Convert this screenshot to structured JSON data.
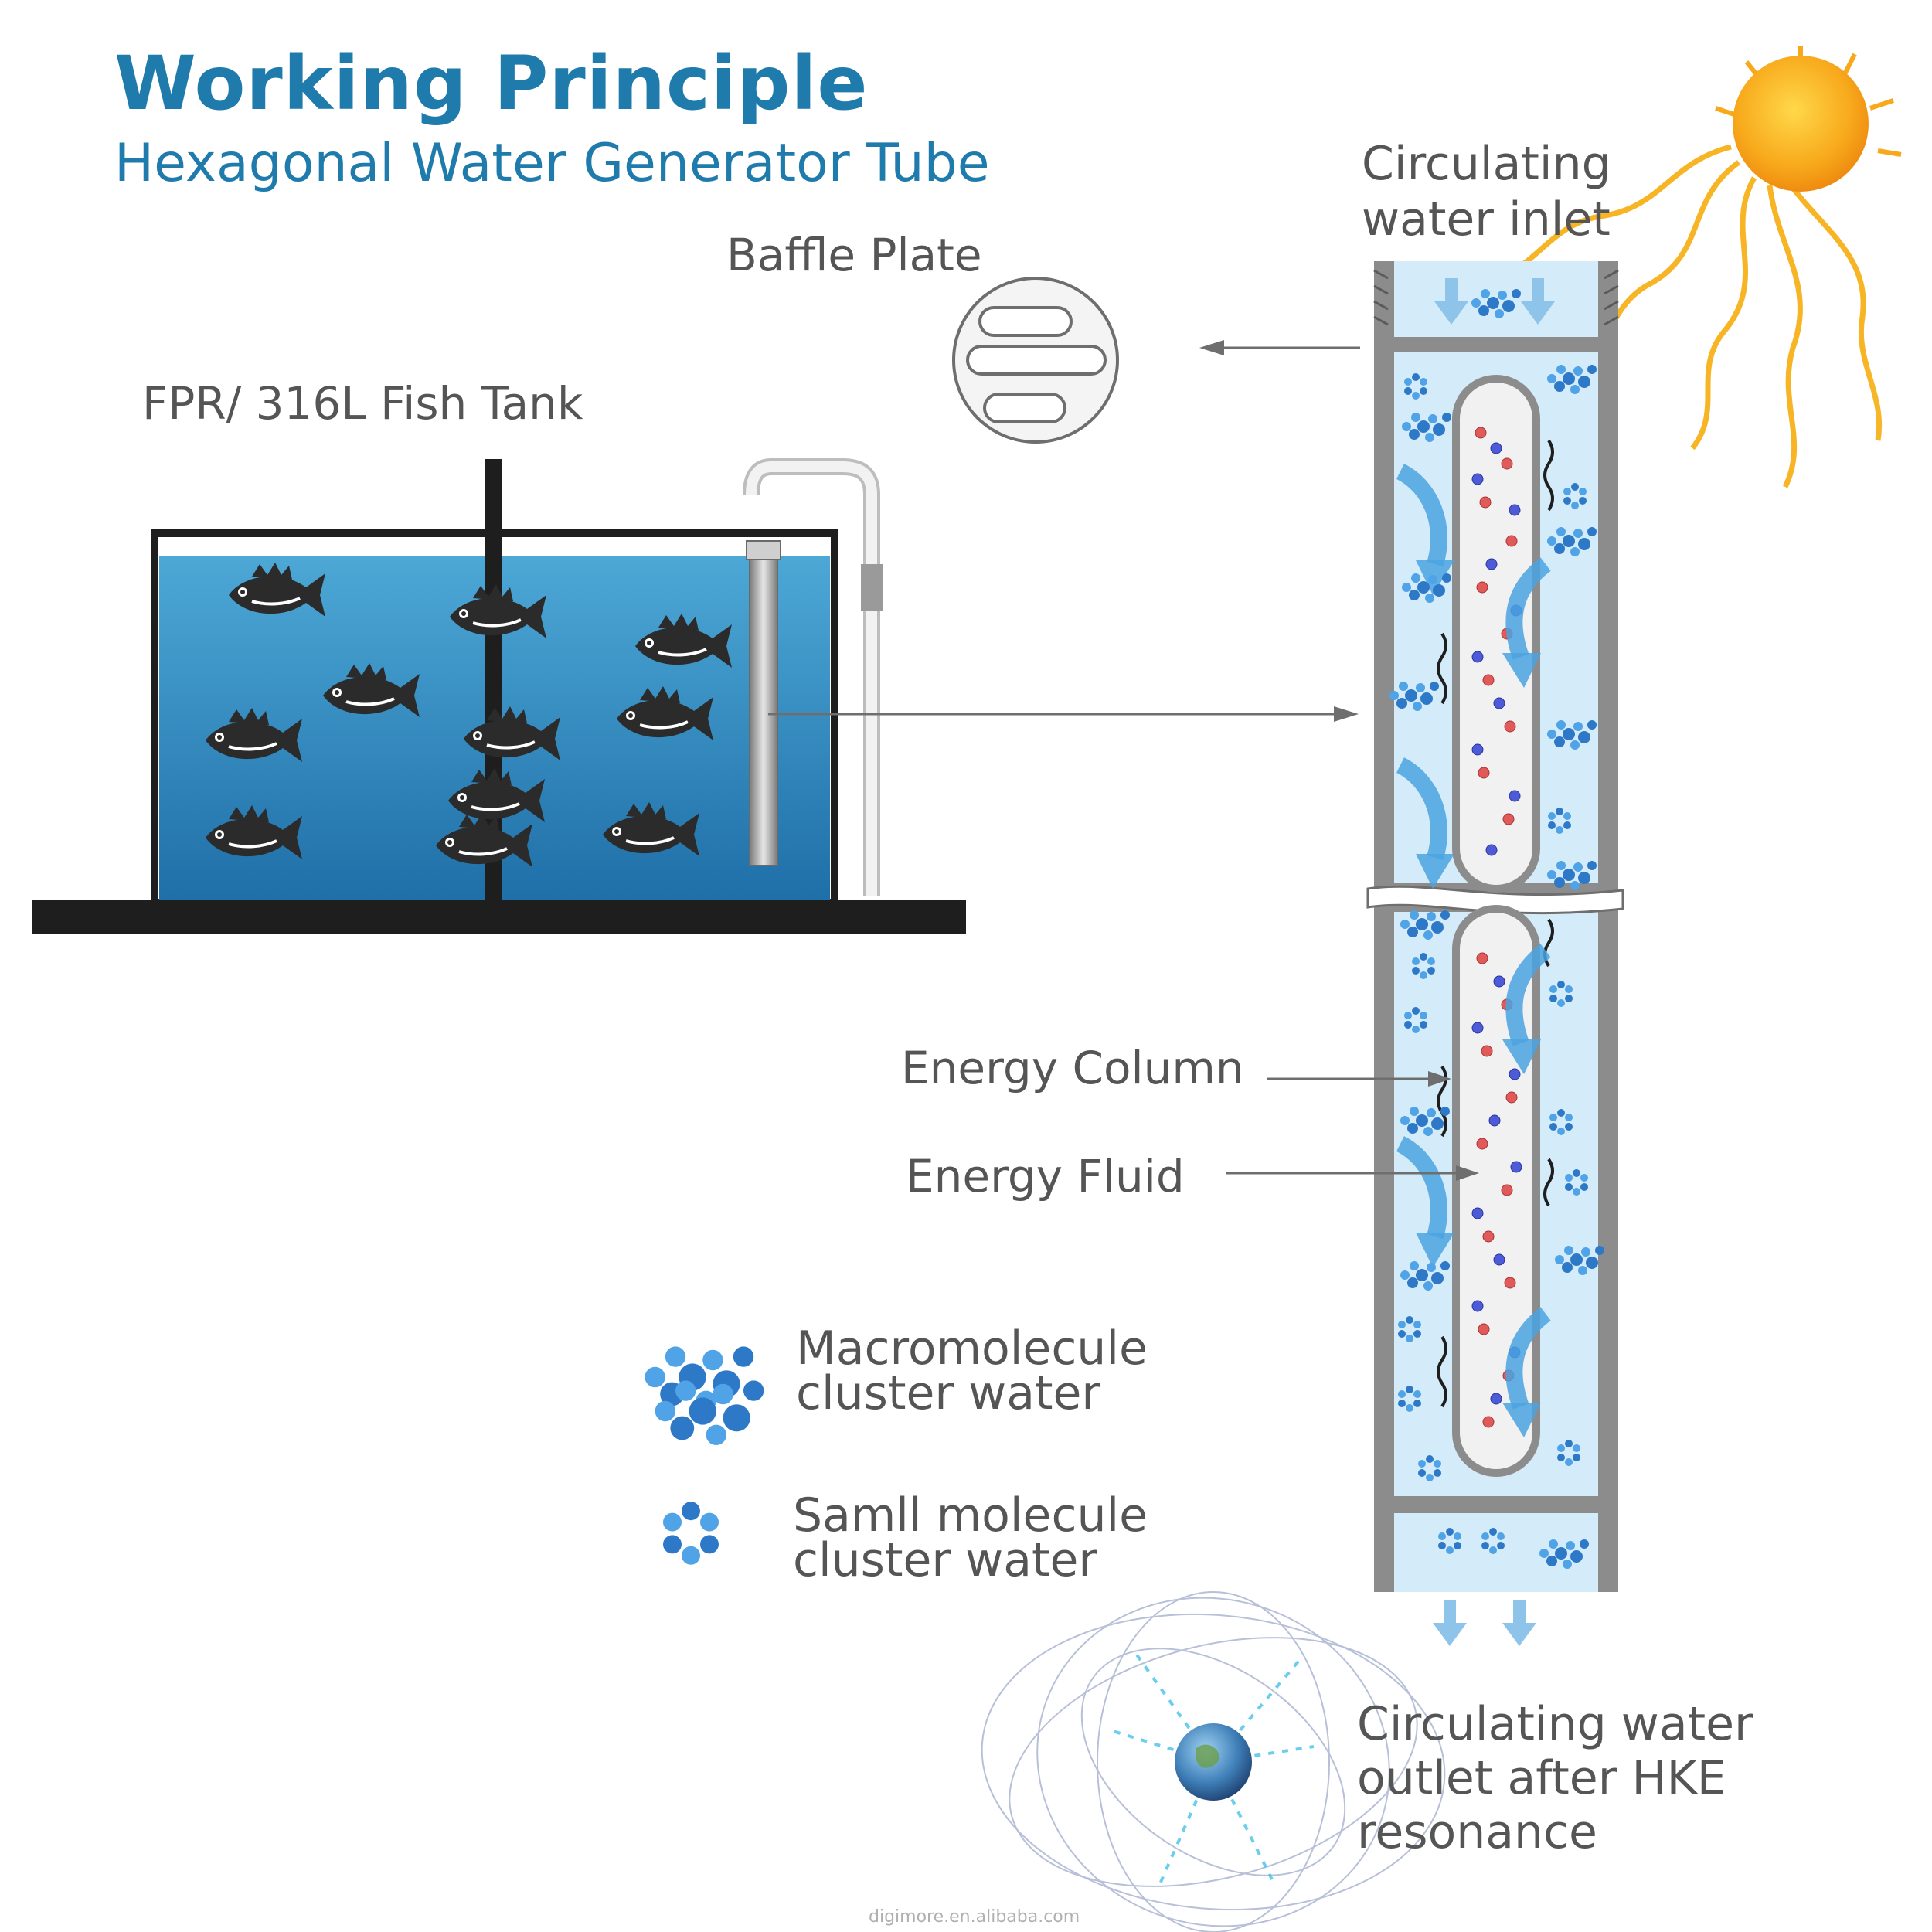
{
  "title": "Working Principle",
  "subtitle": "Hexagonal Water Generator Tube",
  "labels": {
    "baffle_plate": "Baffle Plate",
    "fish_tank": "FPR/ 316L Fish Tank",
    "inlet": "Circulating water inlet",
    "energy_column": "Energy Column",
    "energy_fluid": "Energy Fluid",
    "outlet": "Circulating water outlet after HKE resonance"
  },
  "legend": {
    "macro": "Macromolecule cluster water",
    "small": "Samll molecule cluster water"
  },
  "watermark": "digimore.en.alibaba.com",
  "colors": {
    "title_blue": "#1f7bab",
    "tank_water": "#2b86bd",
    "tube_light": "#d4ebf9",
    "tube_frame": "#8c8c8c",
    "arrow_blue": "#4aa3e0",
    "red_particle": "#e05a5a",
    "blue_particle": "#4d5bd6",
    "sun": "#f7b21b"
  },
  "icons": {
    "sun": "sun-icon",
    "earth": "earth-icon",
    "fish": "fish-icon",
    "macro_cluster": "macromolecule-cluster-icon",
    "small_cluster": "small-molecule-cluster-icon"
  }
}
